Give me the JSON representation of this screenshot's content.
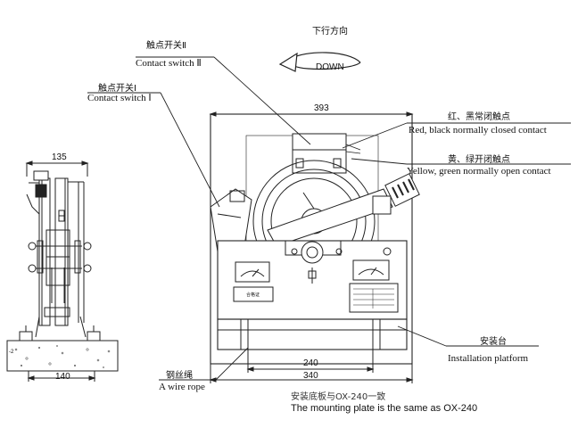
{
  "direction": {
    "label_cn": "下行方向",
    "label_en": "DOWN"
  },
  "callouts": {
    "switch2": {
      "cn": "触点开关Ⅱ",
      "en": "Contact switch Ⅱ"
    },
    "switch1": {
      "cn": "触点开关Ⅰ",
      "en": "Contact switch Ⅰ"
    },
    "red_black": {
      "cn": "红、黑常闭触点",
      "en": "Red, black normally closed contact"
    },
    "yellow_green": {
      "cn": "黄、绿开闭触点",
      "en": "Yellow, green normally open contact"
    },
    "platform": {
      "cn": "安装台",
      "en": "Installation platform"
    },
    "wire_rope": {
      "cn": "钢丝绳",
      "en": "A wire rope"
    }
  },
  "dimensions": {
    "top_width": "393",
    "side_top": "135",
    "side_bottom": "140",
    "base_inner": "240",
    "base_outer": "340"
  },
  "plates": {
    "cert": "合格证"
  },
  "note": {
    "cn": "安装底板与OX-240一致",
    "en": "The mounting plate is the same as  OX-240"
  }
}
